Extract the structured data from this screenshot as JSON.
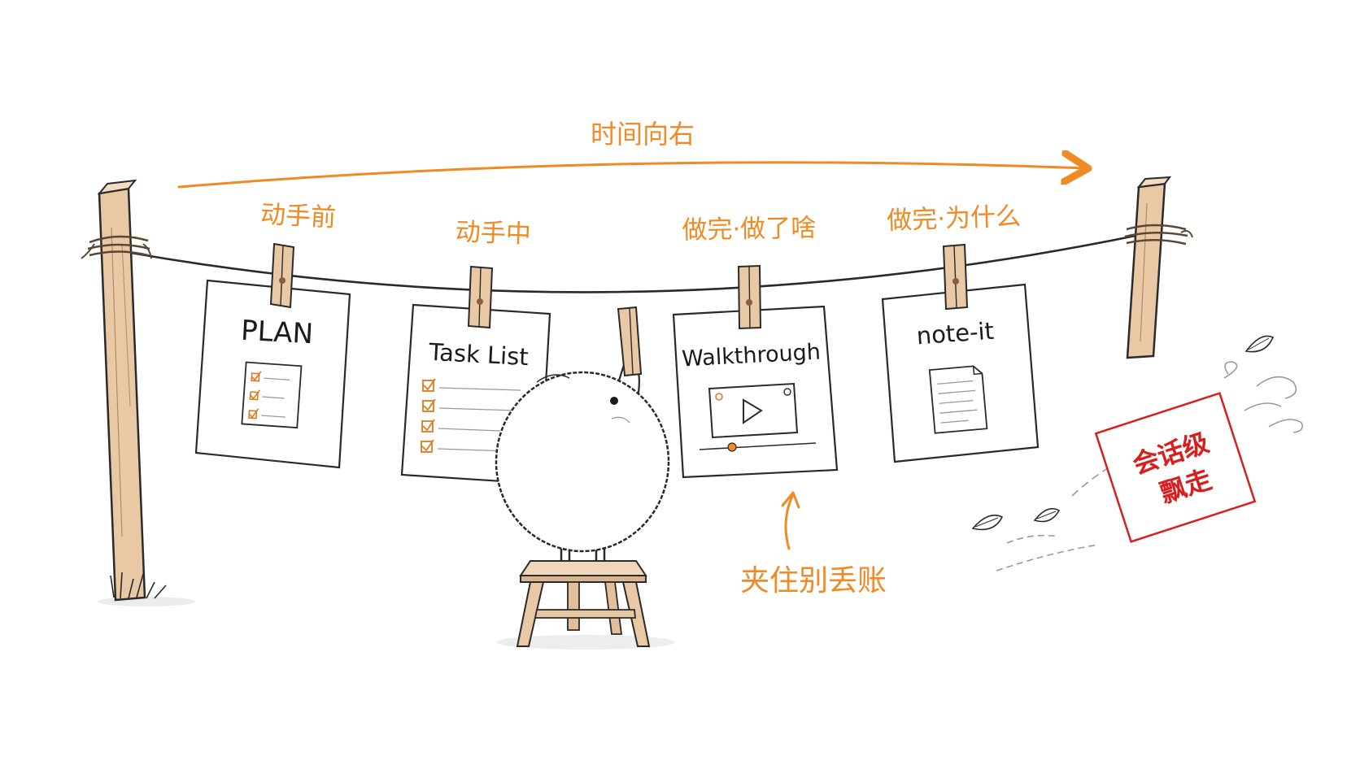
{
  "timeline": {
    "label": "时间向右"
  },
  "stages": [
    {
      "label": "动手前",
      "card_title": "PLAN",
      "icon": "checklist-icon"
    },
    {
      "label": "动手中",
      "card_title": "Task List",
      "icon": "task-list-icon"
    },
    {
      "label": "做完·做了啥",
      "card_title": "Walkthrough",
      "icon": "video-player-icon"
    },
    {
      "label": "做完·为什么",
      "card_title": "note-it",
      "icon": "note-document-icon"
    }
  ],
  "callout": {
    "label": "夹住别丢账"
  },
  "stamp": {
    "line1": "会话级",
    "line2": "飘走"
  },
  "colors": {
    "accent": "#f08a24",
    "stamp": "#d81e1e",
    "wood": "#e9c9a5",
    "ink": "#1b1b1b"
  }
}
